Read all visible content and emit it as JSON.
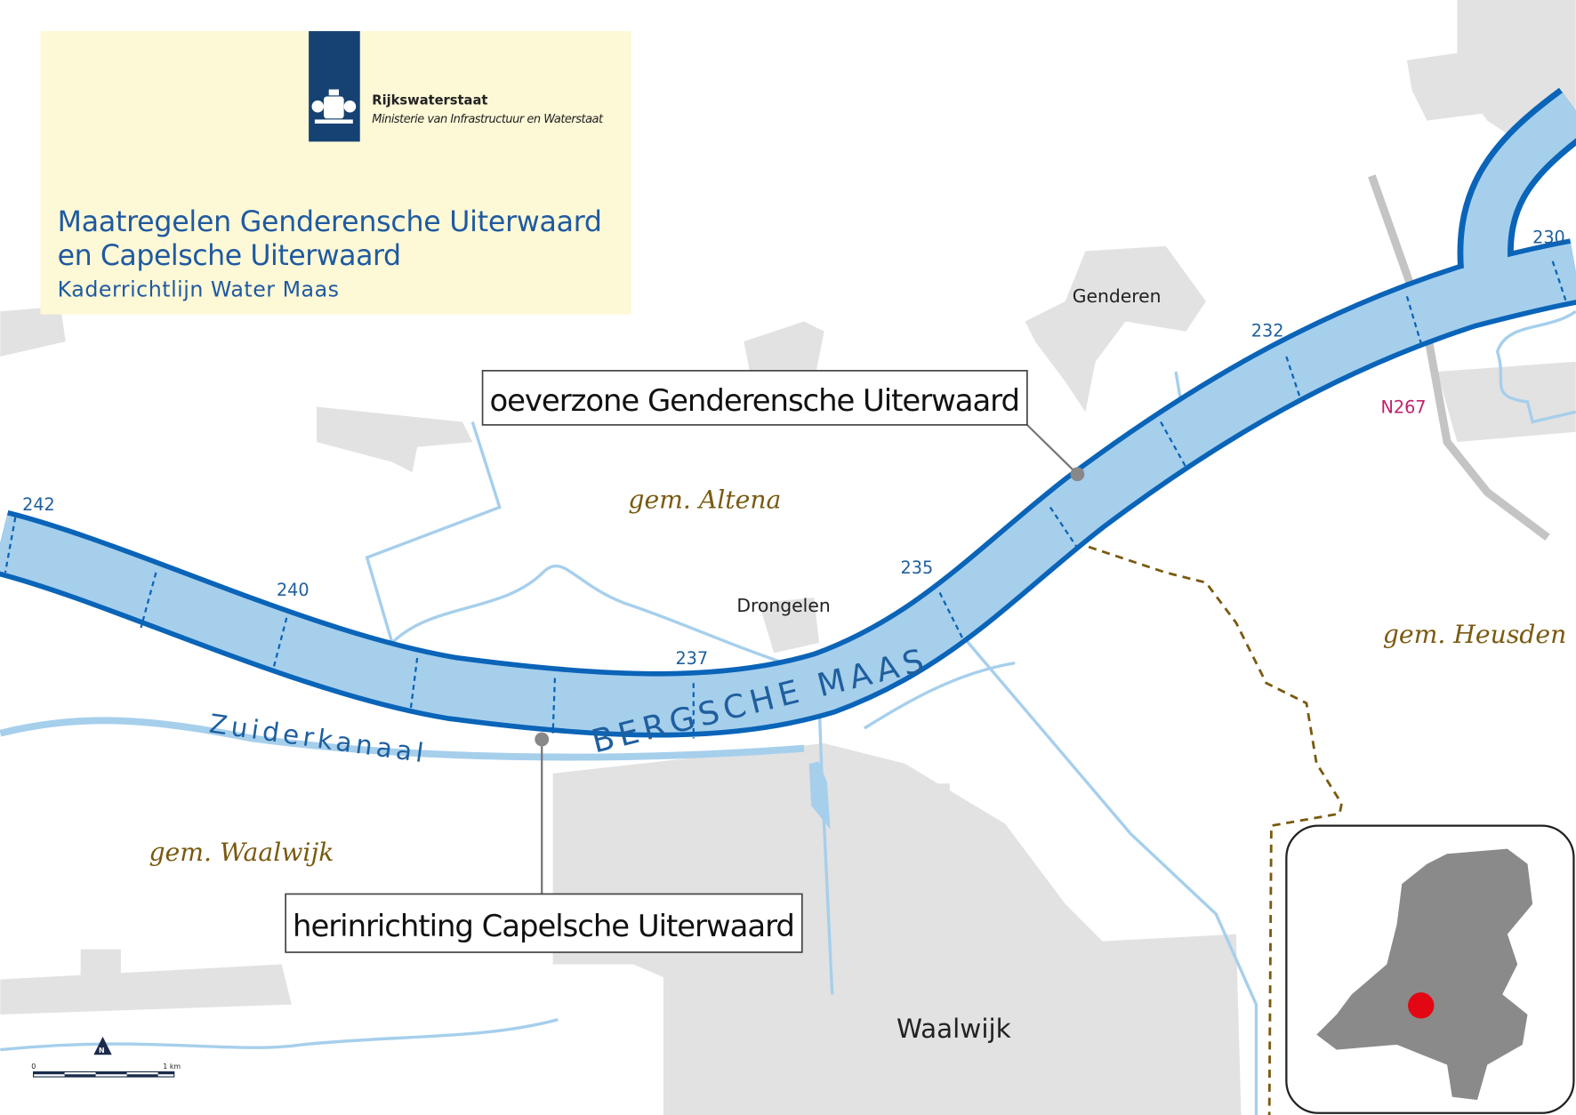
{
  "header": {
    "org_name": "Rijkswaterstaat",
    "ministry": "Ministerie van Infrastructuur en Waterstaat",
    "title_line1": "Maatregelen Genderensche Uiterwaard",
    "title_line2": "en Capelsche Uiterwaard",
    "subtitle": "Kaderrichtlijn Water Maas"
  },
  "callouts": {
    "north": "oeverzone Genderensche Uiterwaard",
    "south": "herinrichting Capelsche Uiterwaard"
  },
  "places": {
    "genderen": "Genderen",
    "drongelen": "Drongelen",
    "waalwijk": "Waalwijk"
  },
  "municipalities": {
    "altena": "gem. Altena",
    "heusden": "gem. Heusden",
    "waalwijk": "gem. Waalwijk"
  },
  "water": {
    "river": "BERGSCHE MAAS",
    "canal": "Zuiderkanaal"
  },
  "road": "N267",
  "km_markers": [
    "242",
    "240",
    "237",
    "235",
    "232",
    "230"
  ],
  "scale": {
    "start": "0",
    "end": "1 km",
    "north": "N"
  },
  "colors": {
    "river_fill": "#a6cfec",
    "river_bank": "#0a64b8",
    "built": "#e2e2e2",
    "header_bg": "#fdf8d6",
    "logo_blue": "#154273",
    "marker_red": "#e30613"
  }
}
